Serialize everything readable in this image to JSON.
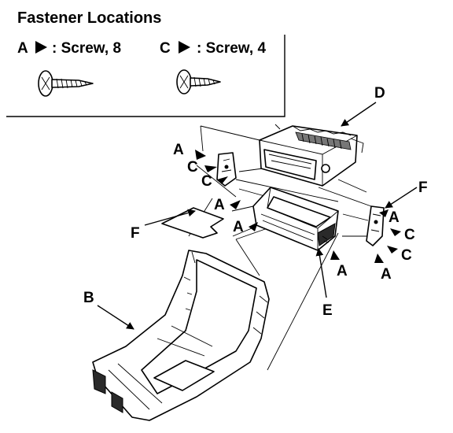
{
  "header": {
    "title": "Fastener Locations"
  },
  "fasteners": [
    {
      "letter": "A",
      "text": ": Screw, 8",
      "icon": "screw-icon"
    },
    {
      "letter": "C",
      "text": ": Screw, 4",
      "icon": "screw-icon"
    }
  ],
  "callouts": {
    "A": "A",
    "B": "B",
    "C": "C",
    "D": "D",
    "E": "E",
    "F": "F"
  }
}
